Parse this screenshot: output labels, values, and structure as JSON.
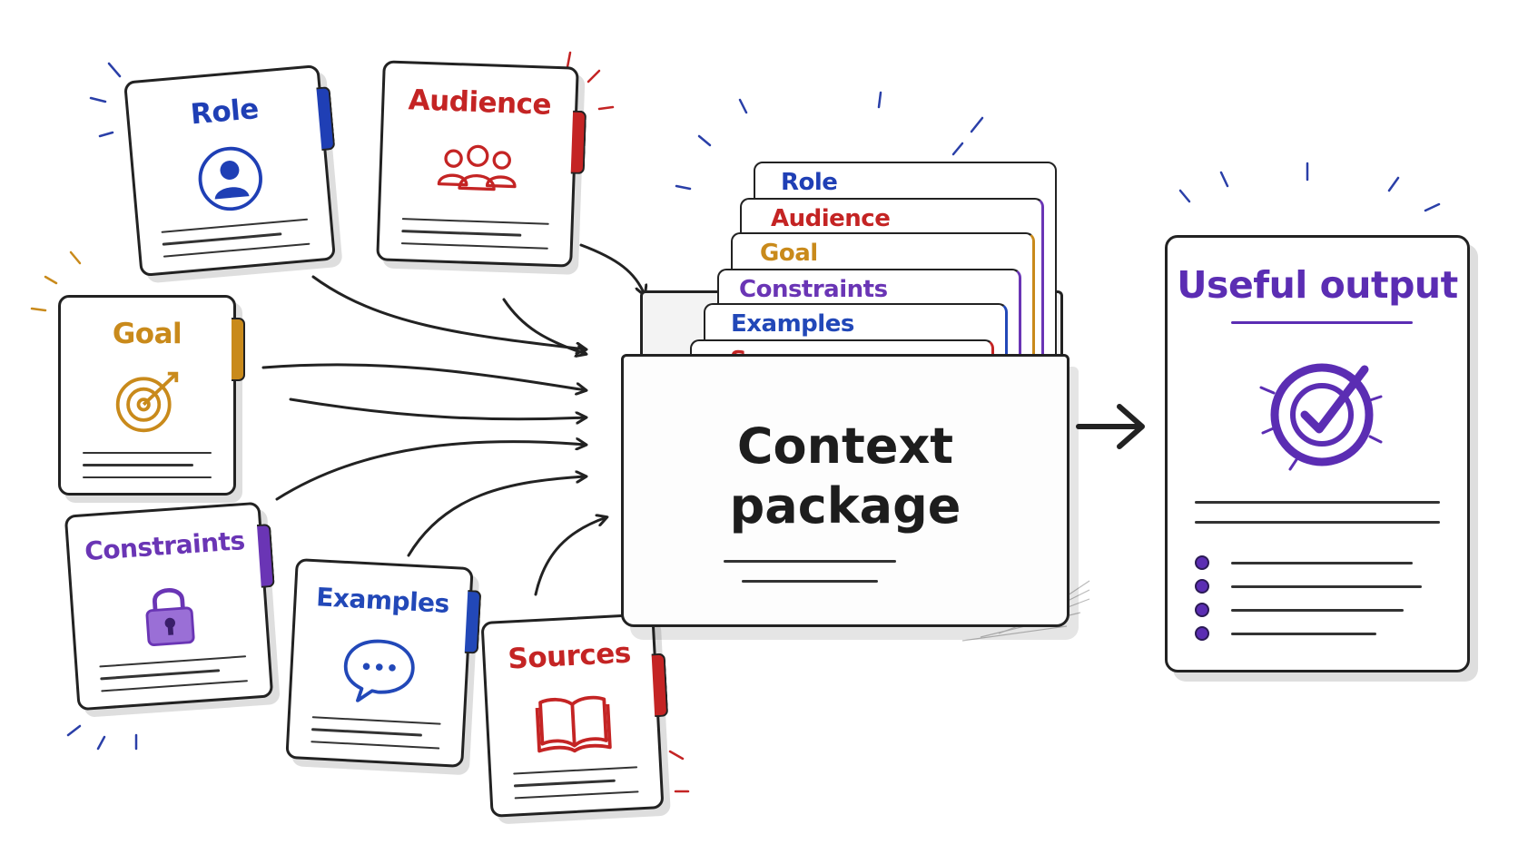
{
  "input_cards": [
    {
      "label": "Role",
      "color": "#1f3fb5",
      "icon": "person-icon"
    },
    {
      "label": "Audience",
      "color": "#c42424",
      "icon": "group-icon"
    },
    {
      "label": "Goal",
      "color": "#c98a1b",
      "icon": "target-icon"
    },
    {
      "label": "Constraints",
      "color": "#6a35b5",
      "icon": "lock-icon"
    },
    {
      "label": "Examples",
      "color": "#2248b8",
      "icon": "speech-bubble-icon"
    },
    {
      "label": "Sources",
      "color": "#c42424",
      "icon": "book-icon"
    }
  ],
  "package": {
    "title_line1": "Context",
    "title_line2": "package",
    "folders": [
      {
        "label": "Role",
        "color": "#1f3fb5"
      },
      {
        "label": "Audience",
        "color": "#c42424"
      },
      {
        "label": "Goal",
        "color": "#c98a1b"
      },
      {
        "label": "Constraints",
        "color": "#6a35b5"
      },
      {
        "label": "Examples",
        "color": "#2248b8"
      },
      {
        "label": "Sources",
        "color": "#c42424"
      }
    ]
  },
  "output": {
    "title": "Useful output",
    "color": "#5b2db3",
    "icon": "target-check-icon"
  }
}
